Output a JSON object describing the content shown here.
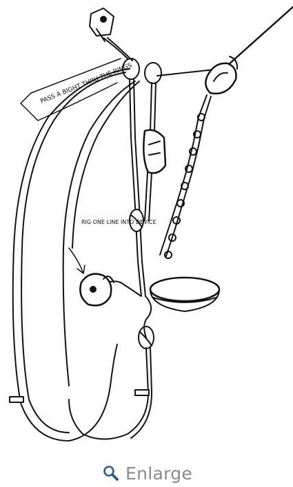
{
  "figure": {
    "annotation_top": "PASS A BIGHT THRU THE RINGS",
    "annotation_middle": "RIG ONE LINE INTO DEVICE"
  },
  "enlarge": {
    "label": "Enlarge",
    "icon": "magnifier-icon",
    "text_color": "#8a8a8a",
    "icon_color": "#2b5c8a"
  }
}
